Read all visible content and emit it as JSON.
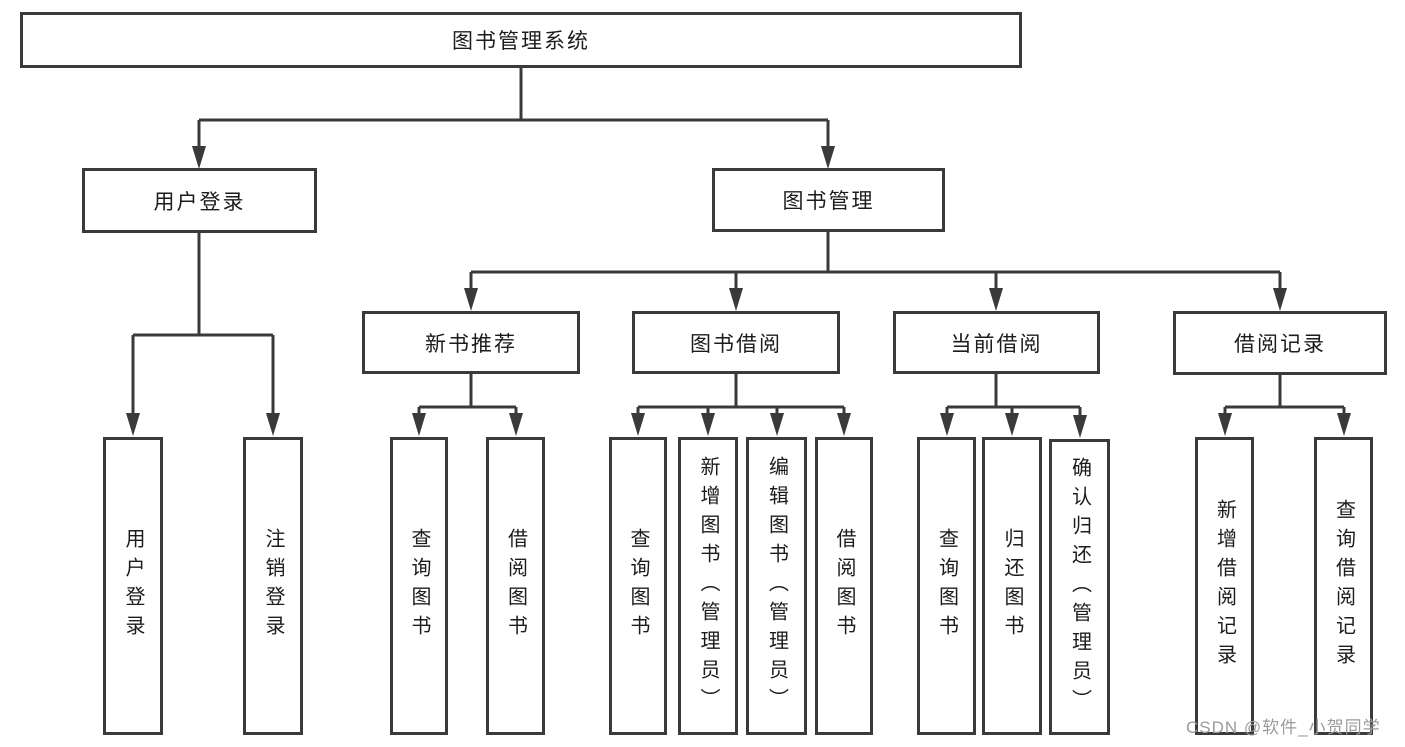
{
  "diagram": {
    "root": {
      "label": "图书管理系统"
    },
    "login": {
      "label": "用户登录",
      "children": [
        "用户登录",
        "注销登录"
      ]
    },
    "management": {
      "label": "图书管理",
      "groups": [
        {
          "label": "新书推荐",
          "children": [
            "查询图书",
            "借阅图书"
          ]
        },
        {
          "label": "图书借阅",
          "children": [
            "查询图书",
            "新增图书（管理员）",
            "编辑图书（管理员）",
            "借阅图书"
          ]
        },
        {
          "label": "当前借阅",
          "children": [
            "查询图书",
            "归还图书",
            "确认归还（管理员）"
          ]
        },
        {
          "label": "借阅记录",
          "children": [
            "新增借阅记录",
            "查询借阅记录"
          ]
        }
      ]
    }
  },
  "watermark": {
    "text": "CSDN @软件_小贺同学"
  },
  "colors": {
    "line": "#3a3a3a",
    "text": "#1c1c1c",
    "watermark": "#9b9b9b",
    "background": "#ffffff"
  }
}
